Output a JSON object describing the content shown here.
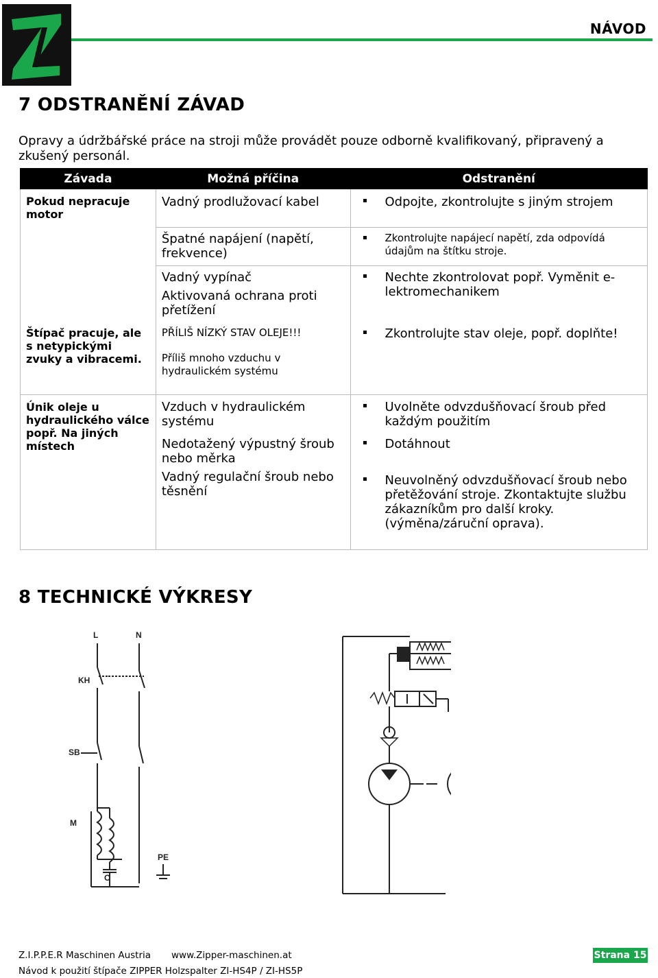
{
  "header": {
    "title": "NÁVOD",
    "logo_icon": "zipper-z-logo",
    "accent_color": "#1aa64a"
  },
  "section7": {
    "title": "7 ODSTRANĚNÍ ZÁVAD",
    "intro": "Opravy a údržbářské práce na stroji může provádět pouze odborně kvalifikovaný, připravený a zkušený personál.",
    "table": {
      "headers": [
        "Závada",
        "Možná příčina",
        "Odstranění"
      ],
      "faults": [
        "Pokud nepracuje motor",
        "Štípač pracuje, ale s netypickými zvuky a vibracemi.",
        "Únik oleje u hydraulického válce popř. Na jiných místech"
      ],
      "causes": [
        "Vadný prodlužovací kabel",
        "Špatné napájení (napětí, frekvence)",
        "Vadný vypínač",
        "Aktivovaná ochrana proti přetížení",
        "PŘÍLIŠ NÍZKÝ STAV OLEJE!!!",
        "Příliš mnoho vzduchu v hydraulickém systému",
        "Vzduch v hydraulickém systému",
        "Nedotažený výpustný šroub nebo měrka",
        "Vadný regulační šroub nebo těsnění"
      ],
      "remedies": [
        "Odpojte, zkontrolujte s jiným strojem",
        "Zkontrolujte napájecí napětí, zda odpovídá údajům na štítku stroje.",
        "Nechte zkontrolovat popř. Vyměnit e-lektromechanikem",
        "Zkontrolujte stav oleje, popř. doplňte!",
        "Uvolněte odvzdušňovací šroub před každým použitím",
        "Dotáhnout",
        "Neuvolněný odvzdušňovací šroub nebo přetěžování stroje. Zkontaktujte službu zákazníkům pro další kroky. (výměna/záruční oprava)."
      ]
    }
  },
  "section8": {
    "title": "8  TECHNICKÉ VÝKRESY",
    "labels": {
      "L": "L",
      "N": "N",
      "KH": "KH",
      "SB": "SB",
      "M": "M",
      "C": "C",
      "PE": "PE",
      "motor": "M"
    }
  },
  "footer": {
    "company": "Z.I.P.P.E.R Maschinen Austria",
    "url": "www.Zipper-maschinen.at",
    "page": "Strana 15",
    "manual": "Návod k použití štípače ZIPPER Holzspalter  ZI-HS4P / ZI-HS5P"
  }
}
